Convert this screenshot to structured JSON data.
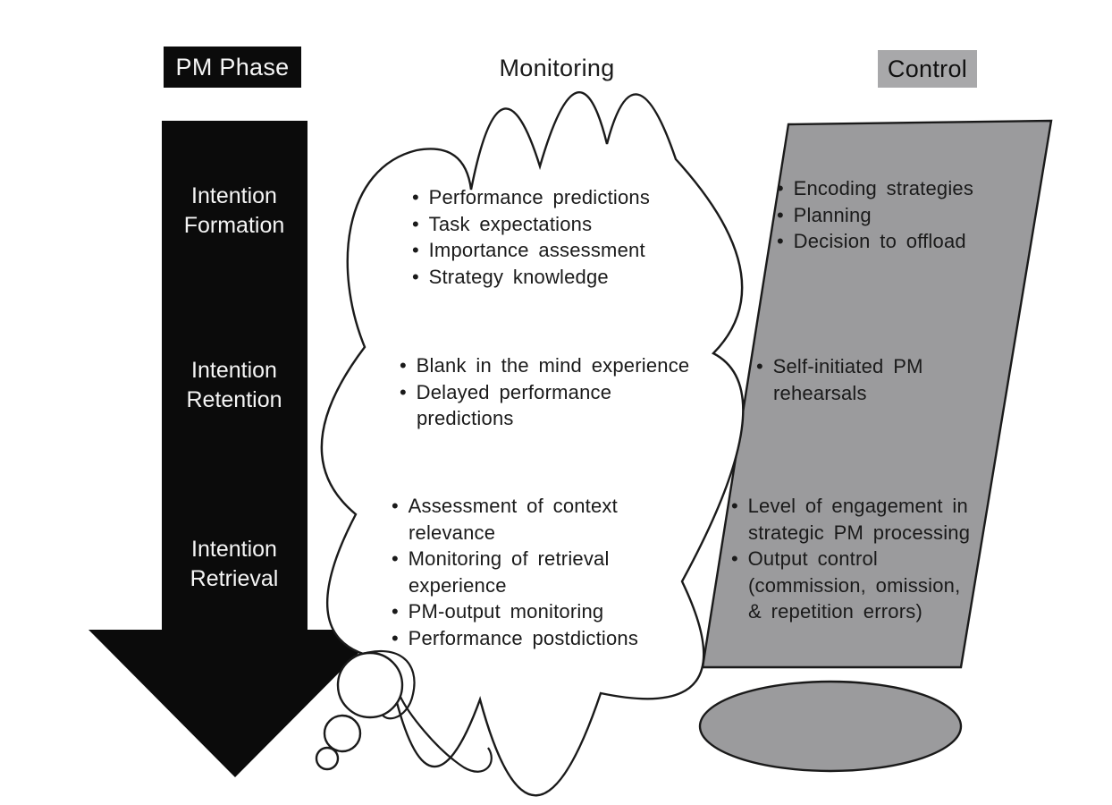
{
  "title_row": {
    "pm_phase_label": "PM Phase",
    "monitoring_label": "Monitoring",
    "control_label": "Control"
  },
  "pm_phases": {
    "items": [
      "Intention Formation",
      "Intention Retention",
      "Intention Retrieval"
    ]
  },
  "monitoring": {
    "formation_items": [
      "Performance predictions",
      "Task expectations",
      "Importance assessment",
      "Strategy knowledge"
    ],
    "retention_items": [
      "Blank in the mind experience",
      "Delayed performance predictions"
    ],
    "retrieval_items": [
      "Assessment of context relevance",
      "Monitoring of retrieval experience",
      "PM-output monitoring",
      "Performance postdictions"
    ]
  },
  "control": {
    "formation_items": [
      "Encoding strategies",
      "Planning",
      "Decision to offload"
    ],
    "retention_items": [
      "Self-initiated PM rehearsals"
    ],
    "retrieval_items": [
      "Level of engagement in strategic PM processing",
      "Output control (commission, omission, & repetition errors)"
    ]
  },
  "colors": {
    "black_fill": "#0b0b0b",
    "gray_fill": "#9b9b9d",
    "header_gray": "#a8a8aa",
    "outline": "#1a1a1a",
    "text_dark": "#1a1a1a",
    "text_light": "#f5f5f5",
    "background": "#ffffff"
  }
}
